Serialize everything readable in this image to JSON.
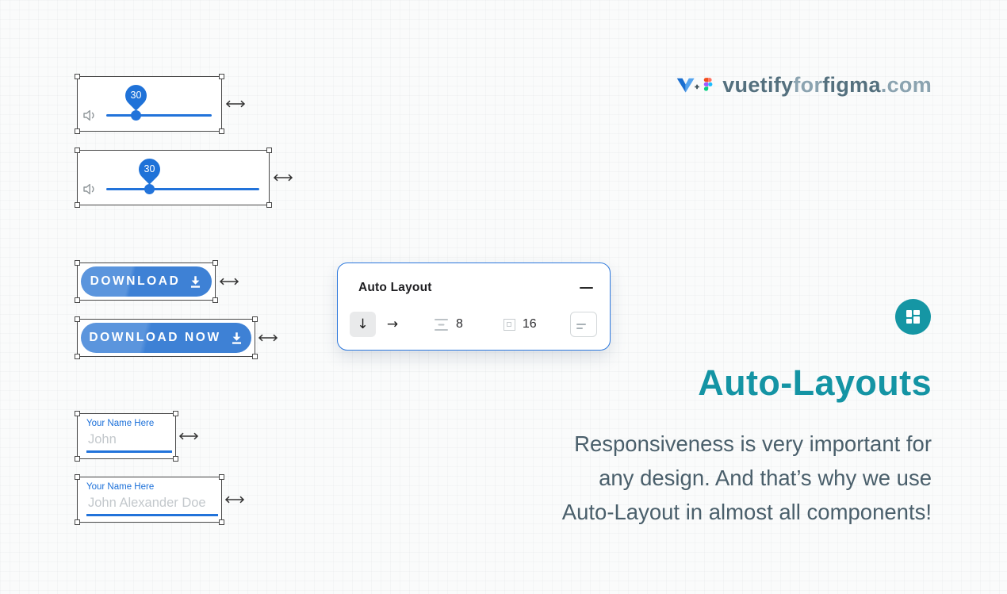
{
  "logo": {
    "vuetify": "vuetify",
    "for": "for",
    "figma": "figma",
    "domain": ".com"
  },
  "sliders": [
    {
      "value": "30"
    },
    {
      "value": "30"
    }
  ],
  "download_buttons": [
    {
      "label": "DOWNLOAD"
    },
    {
      "label": "DOWNLOAD NOW"
    }
  ],
  "auto_layout_panel": {
    "title": "Auto Layout",
    "direction_down_glyph": "↓",
    "direction_right_glyph": "→",
    "spacing_value": "8",
    "padding_value": "16"
  },
  "text_fields": [
    {
      "label": "Your Name Here",
      "value": "John"
    },
    {
      "label": "Your Name Here",
      "value": "John Alexander Doe"
    }
  ],
  "feature": {
    "heading": "Auto-Layouts",
    "line1": "Responsiveness is very important for",
    "line2": "any design. And that’s why we use",
    "line3": "Auto-Layout in almost all components!"
  },
  "colors": {
    "primary_blue": "#2273da",
    "button_blue": "#3e81d5",
    "teal": "#1596a4",
    "heading_teal": "#1494a4",
    "body_text": "#4a5f6b",
    "logo_dark": "#54707e",
    "logo_light": "#8ba3b0"
  }
}
